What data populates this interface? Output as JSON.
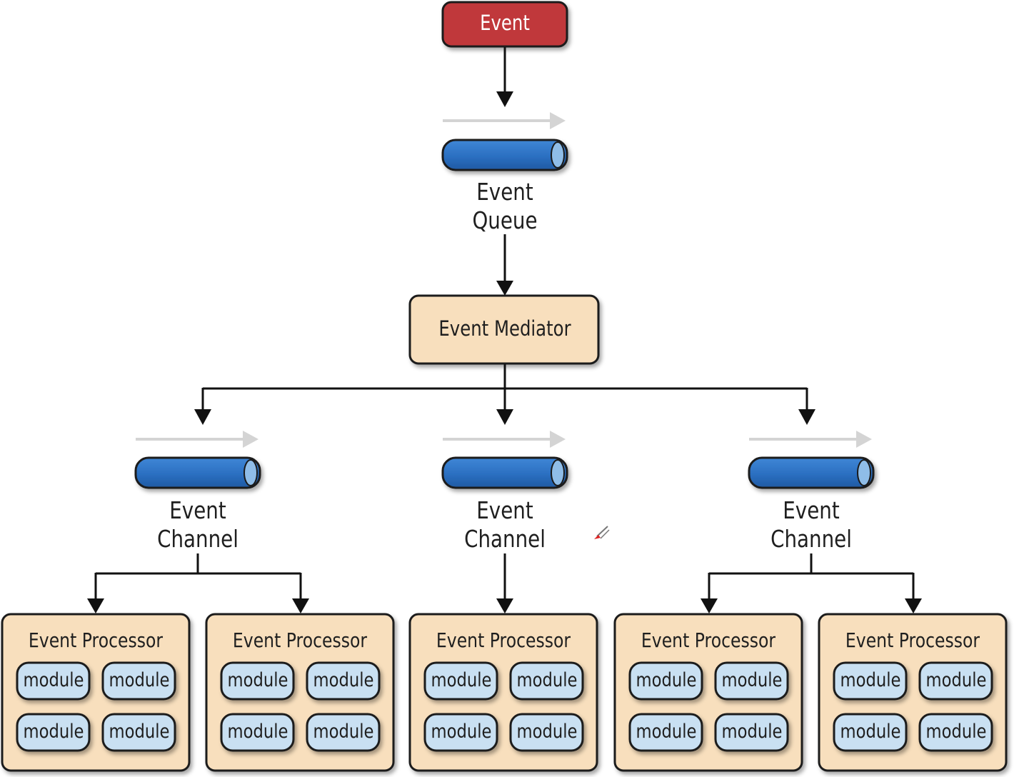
{
  "diagram": {
    "event": {
      "label": "Event"
    },
    "event_queue": {
      "line1": "Event",
      "line2": "Queue"
    },
    "mediator": {
      "label": "Event Mediator"
    },
    "channels": [
      {
        "line1": "Event",
        "line2": "Channel"
      },
      {
        "line1": "Event",
        "line2": "Channel"
      },
      {
        "line1": "Event",
        "line2": "Channel"
      }
    ],
    "processors": [
      {
        "title": "Event Processor",
        "modules": [
          "module",
          "module",
          "module",
          "module"
        ]
      },
      {
        "title": "Event Processor",
        "modules": [
          "module",
          "module",
          "module",
          "module"
        ]
      },
      {
        "title": "Event Processor",
        "modules": [
          "module",
          "module",
          "module",
          "module"
        ]
      },
      {
        "title": "Event Processor",
        "modules": [
          "module",
          "module",
          "module",
          "module"
        ]
      },
      {
        "title": "Event Processor",
        "modules": [
          "module",
          "module",
          "module",
          "module"
        ]
      }
    ]
  },
  "colors": {
    "event_fill": "#c0393a",
    "mediator_fill": "#f8dfbd",
    "processor_fill": "#f8dfbd",
    "module_fill": "#c9e0f2",
    "queue_fill": "#2b6fc1",
    "flow_arrow": "#d4d4d4",
    "connector": "#111111"
  }
}
